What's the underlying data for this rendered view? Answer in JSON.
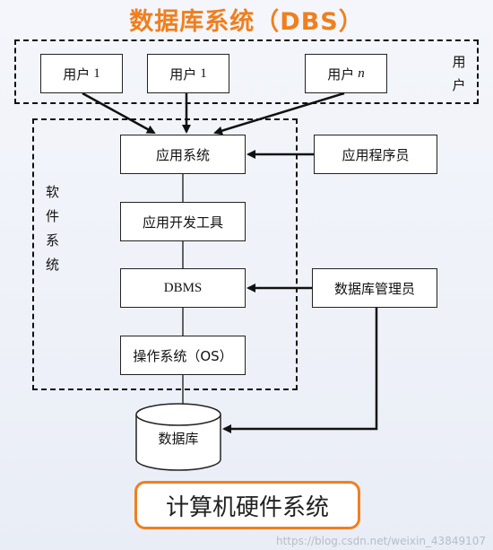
{
  "title": "数据库系统（DBS）",
  "users_group_label": "用户",
  "software_group_label": "软件系统",
  "users": [
    {
      "label": "用户",
      "suffix": "1"
    },
    {
      "label": "用户",
      "suffix": "1"
    },
    {
      "label": "用户",
      "suffix": "n"
    }
  ],
  "layers": {
    "app_system": "应用系统",
    "dev_tools": "应用开发工具",
    "dbms": "DBMS",
    "os": "操作系统（OS）"
  },
  "app_programmer": "应用程序员",
  "dba": "数据库管理员",
  "database": "数据库",
  "hardware": "计算机硬件系统",
  "watermark": "https://blog.csdn.net/weixin_43849107"
}
